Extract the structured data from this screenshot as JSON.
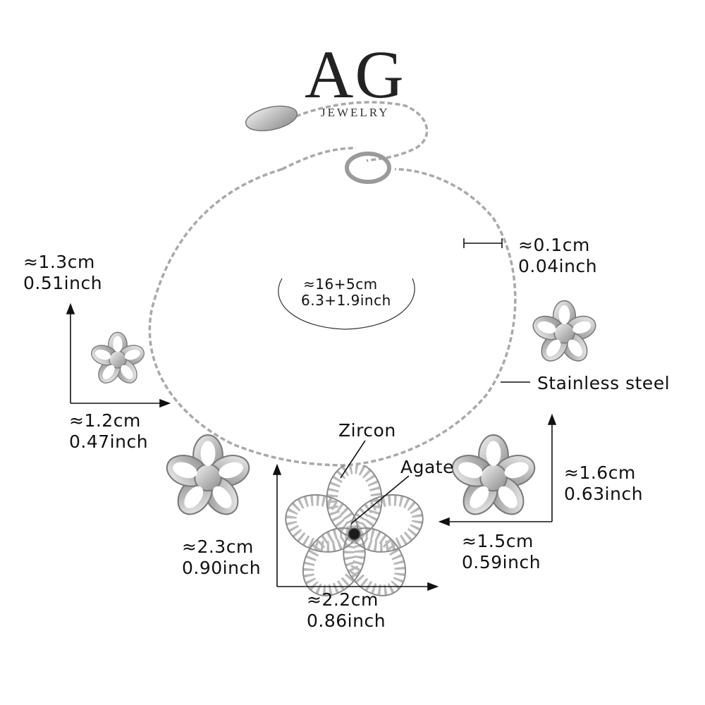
{
  "brand": {
    "name": "AG",
    "subtitle": "JEWELRY"
  },
  "product": {
    "length": {
      "metric": "≈16+5cm",
      "imperial": "6.3+1.9inch"
    },
    "chain_width": {
      "metric": "≈0.1cm",
      "imperial": "0.04inch"
    },
    "small_flower_height": {
      "metric": "≈1.3cm",
      "imperial": "0.51inch"
    },
    "small_flower_width": {
      "metric": "≈1.2cm",
      "imperial": "0.47inch"
    },
    "medium_flower_height": {
      "metric": "≈1.6cm",
      "imperial": "0.63inch"
    },
    "medium_flower_width": {
      "metric": "≈1.5cm",
      "imperial": "0.59inch"
    },
    "large_flower_height": {
      "metric": "≈2.3cm",
      "imperial": "0.90inch"
    },
    "large_flower_width": {
      "metric": "≈2.2cm",
      "imperial": "0.86inch"
    }
  },
  "materials": {
    "zircon": "Zircon",
    "agate": "Agate",
    "steel": "Stainless steel"
  },
  "colors": {
    "silver": "#c9c9c9",
    "silver_dark": "#8e8e8e",
    "text": "#111111",
    "stone": "#1a1a1a"
  }
}
